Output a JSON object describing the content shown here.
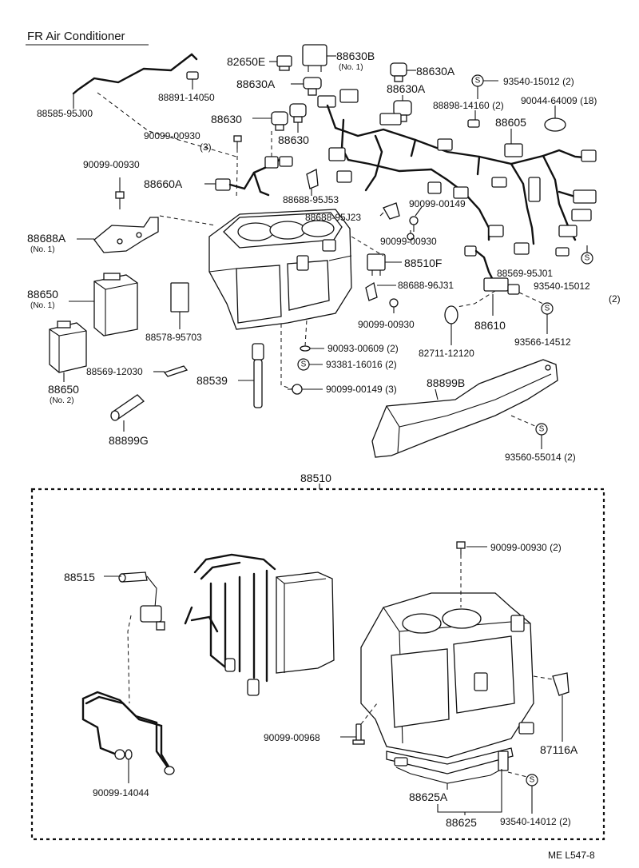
{
  "title": "FR Air Conditioner",
  "footer": "ME   L547-8",
  "group_label": "88510",
  "symbol": "S",
  "labels": {
    "l88585": "88585-95J00",
    "l88891": "88891-14050",
    "l82650e": "82650E",
    "l88630b": "88630B",
    "l88630b_no": "(No. 1)",
    "l88630a_1": "88630A",
    "l88630a_2": "88630A",
    "l88630a_3": "88630A",
    "l88630_1": "88630",
    "l88630_2": "88630",
    "l93540_15012_a": "93540-15012 (2)",
    "l88898": "88898-14160 (2)",
    "l90044": "90044-64009 (18)",
    "l88605": "88605",
    "l90099_00930_a": "90099-00930",
    "l90099_00930_a_qty": "(3)",
    "l90099_00930_b": "90099-00930",
    "l88660a": "88660A",
    "l88688_95j53": "88688-95J53",
    "l88688_95j23": "88688-95J23",
    "l90099_00149_a": "90099-00149",
    "l90099_00930_c": "90099-00930",
    "l88688a": "88688A",
    "l88688a_no": "(No. 1)",
    "l88510f": "88510F",
    "l88569_95j01": "88569-95J01",
    "l93540_15012_b": "93540-15012",
    "l93540_15012_b_qty": "(2)",
    "l88650_1": "88650",
    "l88650_1_no": "(No. 1)",
    "l88688_96j31": "88688-96J31",
    "l90099_00930_d": "90099-00930",
    "l88610": "88610",
    "l88578": "88578-95703",
    "l93566": "93566-14512",
    "l90093": "90093-00609 (2)",
    "l82711": "82711-12120",
    "l93381": "93381-16016 (2)",
    "l88569_12030": "88569-12030",
    "l88539": "88539",
    "l88899b": "88899B",
    "l90099_00149_b": "90099-00149 (3)",
    "l88650_2": "88650",
    "l88650_2_no": "(No. 2)",
    "l88899g": "88899G",
    "l93560": "93560-55014 (2)",
    "l90099_00930_e": "90099-00930 (2)",
    "l88515": "88515",
    "l90099_00968": "90099-00968",
    "l87116a": "87116A",
    "l90099_14044": "90099-14044",
    "l88625a": "88625A",
    "l88625": "88625",
    "l93540_14012": "93540-14012 (2)"
  }
}
